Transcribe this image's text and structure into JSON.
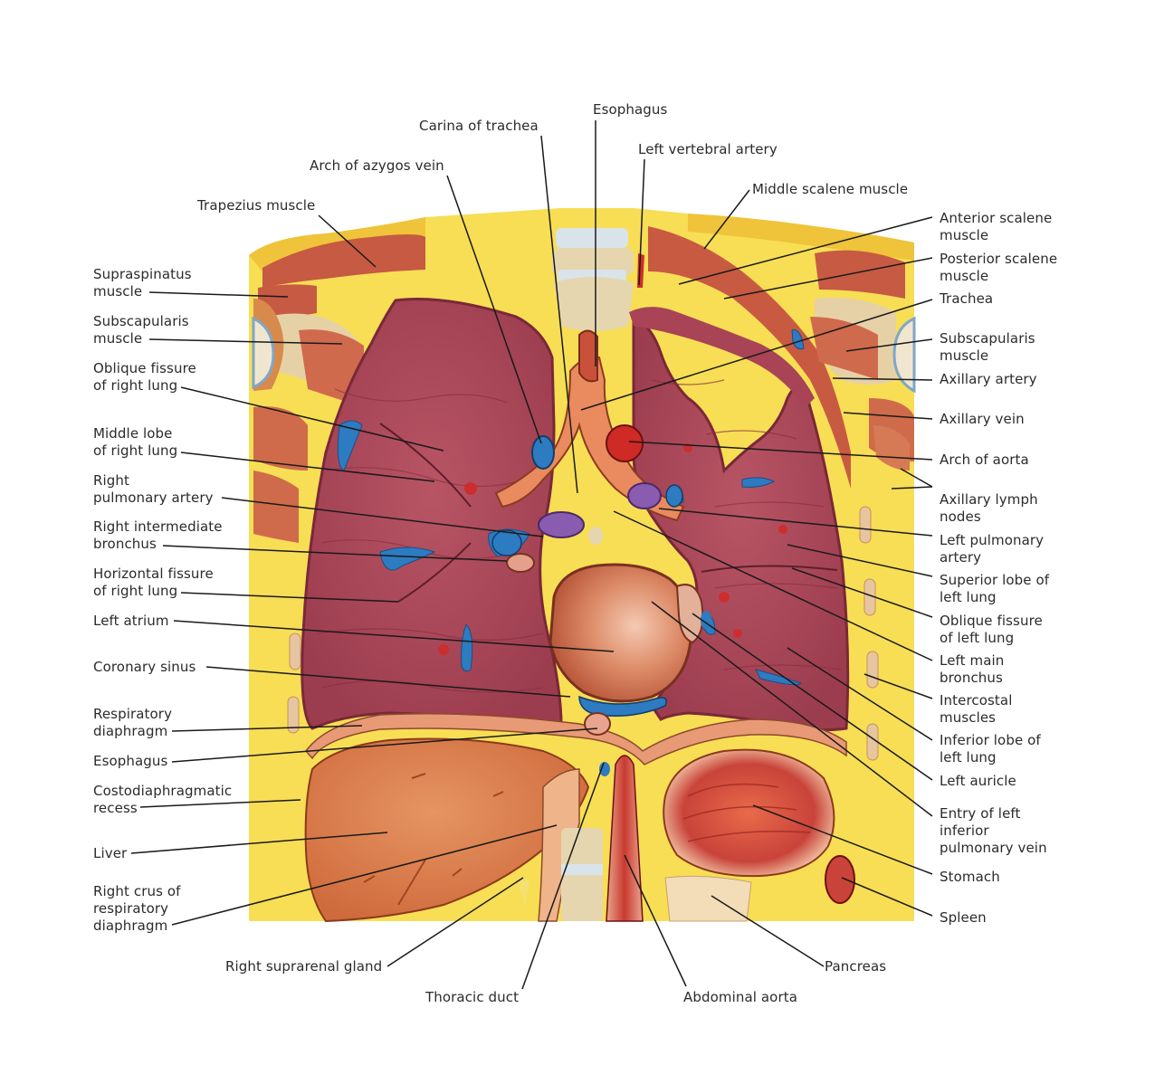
{
  "colors": {
    "fat": "#f6dc4a",
    "fat_dark": "#e9b92e",
    "muscle": "#c8573f",
    "lung": "#b04a5a",
    "lung_line": "#8b3040",
    "liver": "#d97945",
    "stomach": "#c9433a",
    "vein": "#2d7bc0",
    "artery": "#cf2c2c",
    "bone": "#e8dcc0",
    "leader": "#1a1a1a",
    "text": "#2b2b2b"
  },
  "labels": {
    "carina_of_trachea": "Carina of trachea",
    "esophagus_top": "Esophagus",
    "left_vertebral_artery": "Left vertebral artery",
    "arch_of_azygos_vein": "Arch of azygos vein",
    "middle_scalene_muscle": "Middle scalene muscle",
    "trapezius_muscle": "Trapezius muscle",
    "anterior_scalene_muscle": [
      "Anterior scalene",
      "muscle"
    ],
    "posterior_scalene_muscle": [
      "Posterior scalene",
      "muscle"
    ],
    "supraspinatus_muscle": [
      "Supraspinatus",
      "muscle"
    ],
    "trachea": "Trachea",
    "subscapularis_muscle_right": [
      "Subscapularis",
      "muscle"
    ],
    "subscapularis_muscle_left": [
      "Subscapularis",
      "muscle"
    ],
    "axillary_artery": "Axillary artery",
    "oblique_fissure_right": [
      "Oblique fissure",
      "of right lung"
    ],
    "axillary_vein": "Axillary vein",
    "middle_lobe_right": [
      "Middle lobe",
      "of right lung"
    ],
    "arch_of_aorta": "Arch of aorta",
    "right_pulmonary_artery": [
      "Right",
      "pulmonary artery"
    ],
    "axillary_lymph_nodes": [
      "Axillary lymph",
      "nodes"
    ],
    "right_intermediate_bronchus": [
      "Right intermediate",
      "bronchus"
    ],
    "left_pulmonary_artery": [
      "Left pulmonary",
      "artery"
    ],
    "horizontal_fissure_right": [
      "Horizontal fissure",
      "of right lung"
    ],
    "superior_lobe_left": [
      "Superior lobe of",
      "left lung"
    ],
    "left_atrium": "Left atrium",
    "oblique_fissure_left": [
      "Oblique fissure",
      "of left lung"
    ],
    "coronary_sinus": "Coronary sinus",
    "left_main_bronchus": [
      "Left main",
      "bronchus"
    ],
    "respiratory_diaphragm": [
      "Respiratory",
      "diaphragm"
    ],
    "intercostal_muscles": [
      "Intercostal",
      "muscles"
    ],
    "esophagus_bottom": "Esophagus",
    "inferior_lobe_left": [
      "Inferior lobe of",
      "left lung"
    ],
    "costodiaphragmatic_recess": [
      "Costodiaphragmatic",
      "recess"
    ],
    "left_auricle": "Left auricle",
    "entry_left_inferior_pulmonary_vein": [
      "Entry of left",
      "inferior",
      "pulmonary vein"
    ],
    "liver": "Liver",
    "stomach": "Stomach",
    "right_crus": [
      "Right crus of",
      "respiratory",
      "diaphragm"
    ],
    "spleen": "Spleen",
    "right_suprarenal_gland": "Right suprarenal gland",
    "pancreas": "Pancreas",
    "thoracic_duct": "Thoracic duct",
    "abdominal_aorta": "Abdominal aorta"
  }
}
